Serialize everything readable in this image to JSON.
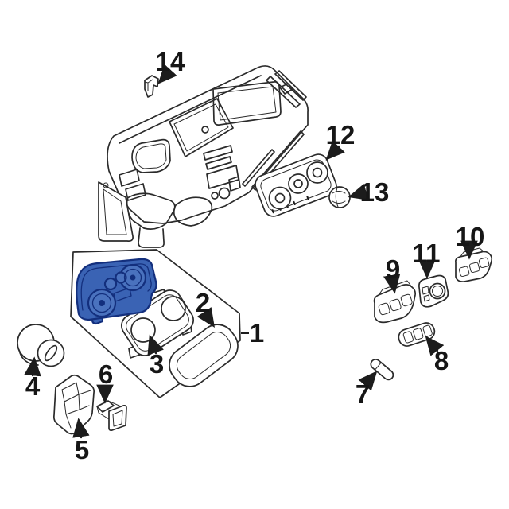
{
  "figure": {
    "type": "exploded-parts-diagram",
    "background": "#ffffff",
    "line_color": "#2b2b2b",
    "highlight_fill": "#3a63b4",
    "highlight_fill_light": "#4a72be",
    "highlight_stroke": "#132f7d",
    "callouts": {
      "c1": "1",
      "c2": "2",
      "c3": "3",
      "c4": "4",
      "c5": "5",
      "c6": "6",
      "c7": "7",
      "c8": "8",
      "c9": "9",
      "c10": "10",
      "c11": "11",
      "c12": "12",
      "c13": "13",
      "c14": "14"
    }
  }
}
